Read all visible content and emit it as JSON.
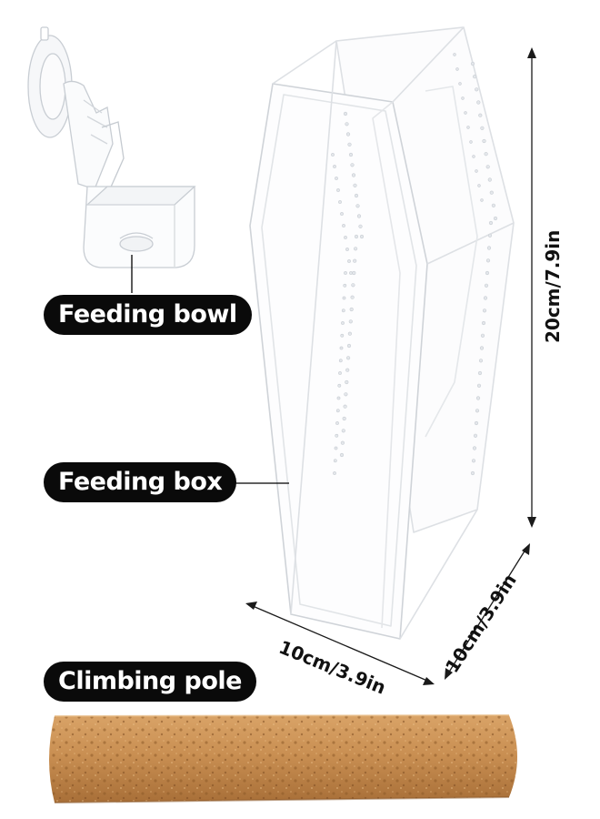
{
  "labels": {
    "feeding_bowl": "Feeding bowl",
    "feeding_box": "Feeding box",
    "climbing_pole": "Climbing pole"
  },
  "dimensions": {
    "height": "20cm/7.9in",
    "width": "10cm/3.9in",
    "depth": "10cm/3.9in"
  },
  "colors": {
    "label_background": "#0a0a0a",
    "label_text": "#ffffff",
    "cork": "#c98f52",
    "acrylic_edge": "#cfd3d8"
  }
}
